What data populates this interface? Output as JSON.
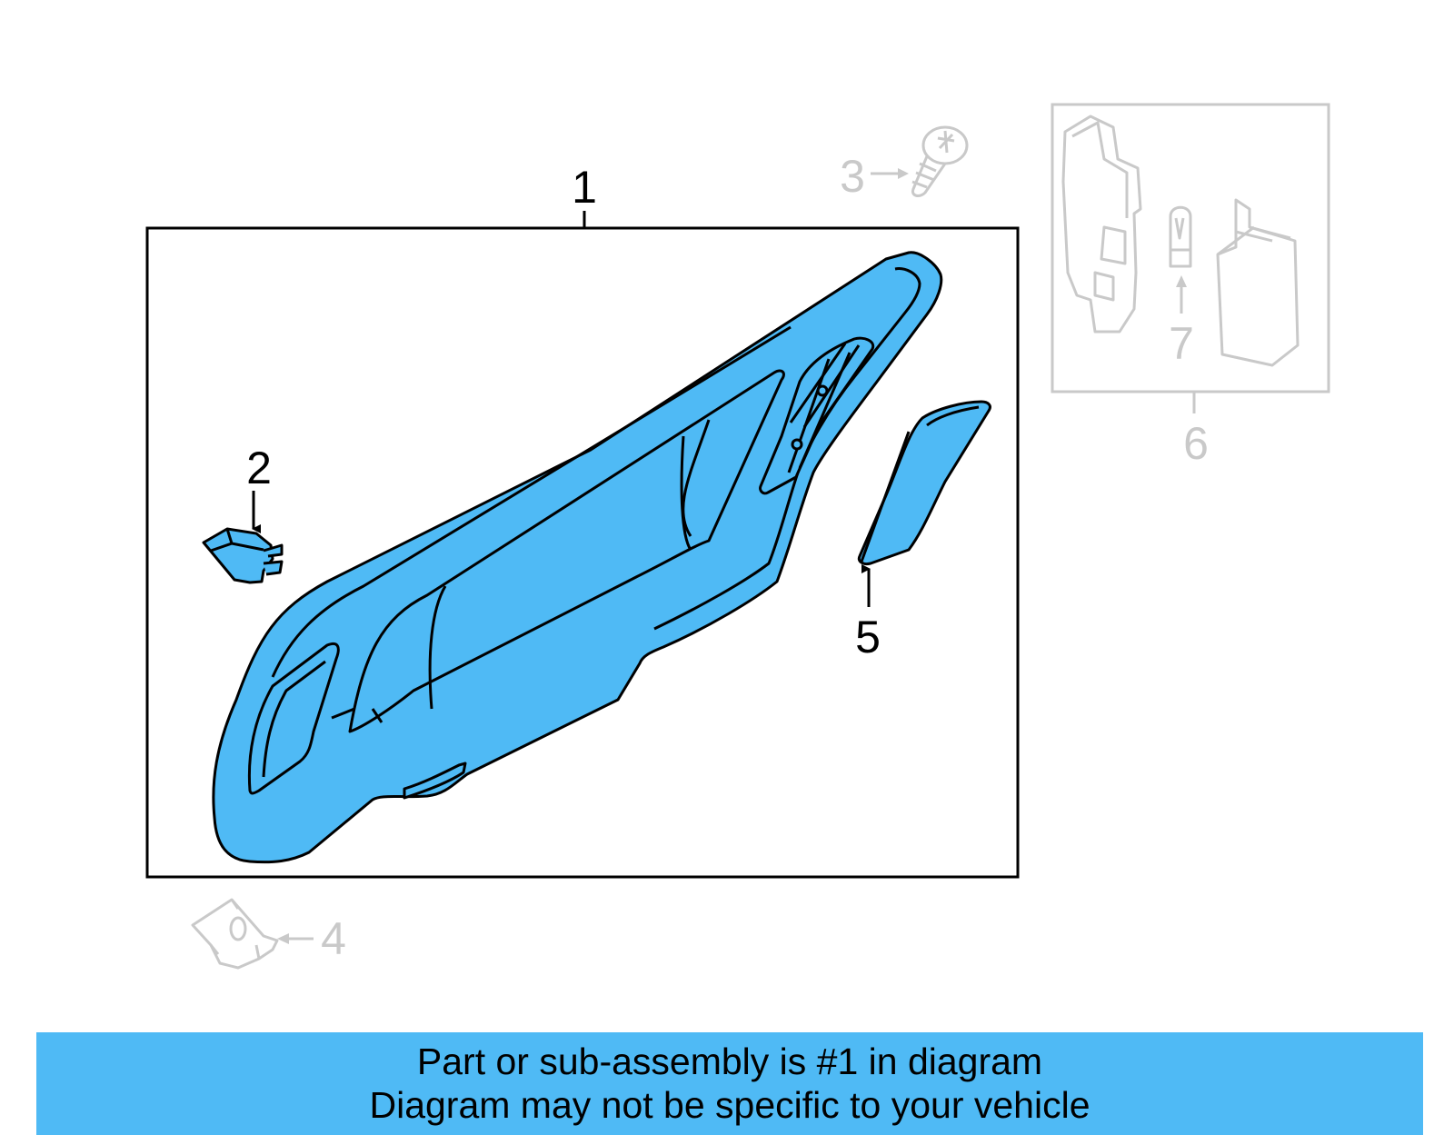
{
  "callouts": {
    "part_1": "1",
    "part_2": "2",
    "part_3": "3",
    "part_4": "4",
    "part_5": "5",
    "part_6": "6",
    "part_7": "7"
  },
  "banner": {
    "line1": "Part or sub-assembly is #1 in diagram",
    "line2": "Diagram may not be specific to your vehicle"
  },
  "colors": {
    "highlight": "#4fbaf5",
    "outline": "#000000",
    "ghost": "#c9c9c9",
    "background": "#ffffff"
  },
  "icons": {
    "part_1": "door-armrest-panel-icon",
    "part_2": "clip-icon",
    "part_3": "screw-icon",
    "part_4": "retainer-clip-icon",
    "part_5": "trim-cover-icon",
    "part_6": "lamp-assembly-icon",
    "part_7": "bulb-icon"
  }
}
